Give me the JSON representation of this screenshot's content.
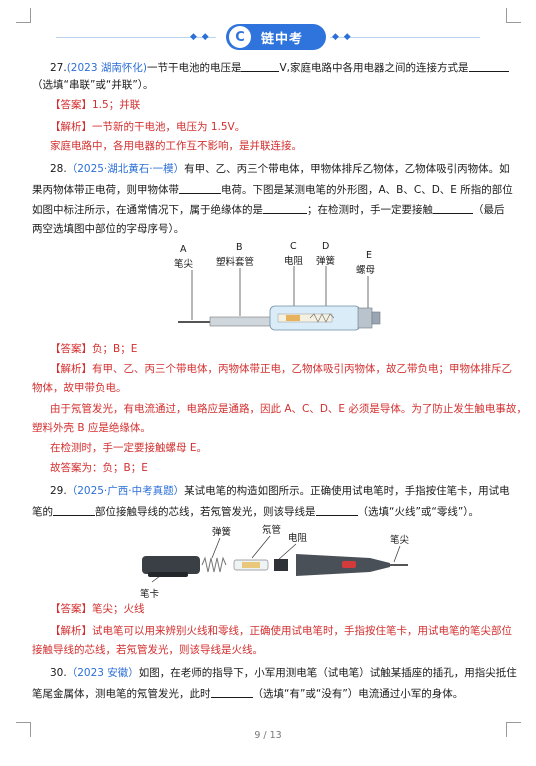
{
  "header": {
    "badge_letter": "C",
    "title": "链中考",
    "diamonds_left": "◆ ◆",
    "diamonds_right": "◆ ◆"
  },
  "q27": {
    "num": "27.",
    "source": "(2023 湖南怀化)",
    "text1": "一节干电池的电压是",
    "text2": "V,家庭电路中各用电器之间的连接方式是",
    "text3": "（选填“串联”或“并联”）。",
    "answer": "【答案】1.5；并联",
    "analysis1": "【解析】一节新的干电池，电压为 1.5V。",
    "analysis2": "家庭电路中，各用电器的工作互不影响，是并联连接。"
  },
  "q28": {
    "num": "28.",
    "source": "（2025·湖北黄石·一模）",
    "text1": "有甲、乙、丙三个带电体，甲物体排斥乙物体，乙物体吸引丙物体。如",
    "text2a": "果丙物体带正电荷，则甲物体带",
    "text2b": "电荷。下图是某测电笔的外形图，A、B、C、D、E 所指的部位",
    "text3a": "如图中标注所示，在通常情况下，属于绝缘体的是",
    "text3b": "；在检测时，手一定要接触",
    "text3c": "（最后",
    "text4": "两空选填图中部位的字母序号）。",
    "fig_labels": {
      "a_letter": "A",
      "a_name": "笔尖",
      "b_letter": "B",
      "b_name": "塑料套管",
      "c_letter": "C",
      "c_name": "电阻",
      "d_letter": "D",
      "d_name": "弹簧",
      "e_letter": "E",
      "e_name": "螺母"
    },
    "answer": "【答案】负；B；E",
    "analysis1": "【解析】有甲、乙、丙三个带电体，丙物体带正电，乙物体吸引丙物体，故乙带负电；甲物体排斥乙",
    "analysis2": "物体，故甲带负电。",
    "analysis3": "由于氖管发光，有电流通过，电路应是通路，因此 A、C、D、E 必须是导体。为了防止发生触电事故，",
    "analysis4": "塑料外壳 B 应是绝缘体。",
    "analysis5": "在检测时，手一定要接触螺母 E。",
    "analysis6": "故答案为：负；B；E"
  },
  "q29": {
    "num": "29.",
    "source": "（2025·广西·中考真题）",
    "text1": "某试电笔的构造如图所示。正确使用试电笔时，手指按住笔卡，用试电",
    "text2a": "笔的",
    "text2b": "部位接触导线的芯线，若氖管发光，则该导线是",
    "text2c": "（选填“火线”或“零线”）。",
    "fig_labels": {
      "spring": "弹簧",
      "neon": "氖管",
      "resistor": "电阻",
      "tip": "笔尖",
      "clip": "笔卡"
    },
    "answer": "【答案】笔尖；火线",
    "analysis1": "【解析】试电笔可以用来辨别火线和零线，正确使用试电笔时，手指按住笔卡，用试电笔的笔尖部位",
    "analysis2": "接触导线的芯线，若氖管发光，则该导线是火线。"
  },
  "q30": {
    "num": "30.",
    "source": "（2023 安徽）",
    "text1": "如图，在老师的指导下，小军用测电笔（试电笔）试触某插座的插孔，用指尖抵住",
    "text2a": "笔尾金属体，测电笔的氖管发光，此时",
    "text2b": "（选填“有”或“没有”）电流通过小军的身体。"
  },
  "footer": {
    "page": "9 / 13"
  },
  "colors": {
    "accent": "#2f74dc",
    "answer_red": "#d32f2f",
    "source_blue": "#2b6fd8"
  }
}
